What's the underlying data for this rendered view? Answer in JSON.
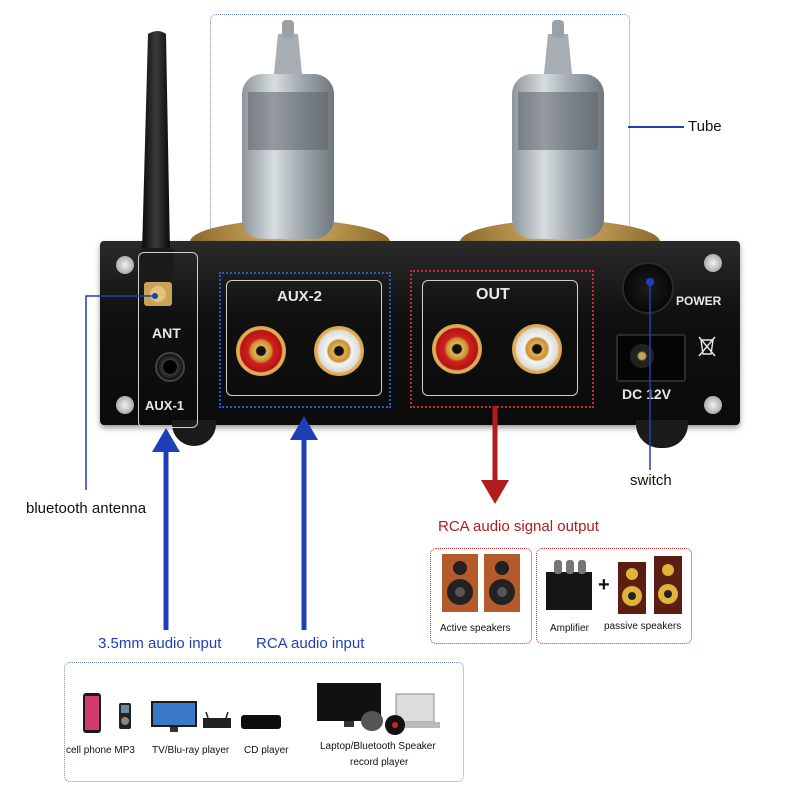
{
  "panel": {
    "ant": "ANT",
    "aux1": "AUX-1",
    "aux2": "AUX-2",
    "out": "OUT",
    "power": "POWER",
    "dc": "DC 12V"
  },
  "callouts": {
    "tube": "Tube",
    "bluetooth_antenna": "bluetooth antenna",
    "switch": "switch",
    "rca_output": "RCA audio signal output",
    "input_35mm": "3.5mm audio input",
    "input_rca": "RCA audio input"
  },
  "outputs": {
    "active": "Active speakers",
    "amplifier": "Amplifier",
    "plus": "+",
    "passive": "passive speakers"
  },
  "sources": {
    "phone_mp3": "cell phone MP3",
    "tv_bluray": "TV/Blu-ray player",
    "cd": "CD player",
    "laptop_line1": "Laptop/Bluetooth Speaker",
    "laptop_line2": "record player"
  },
  "colors": {
    "blue": "#1e3fb8",
    "red": "#b11c1c",
    "panel": "#141414",
    "gold": "#c9a35a"
  }
}
